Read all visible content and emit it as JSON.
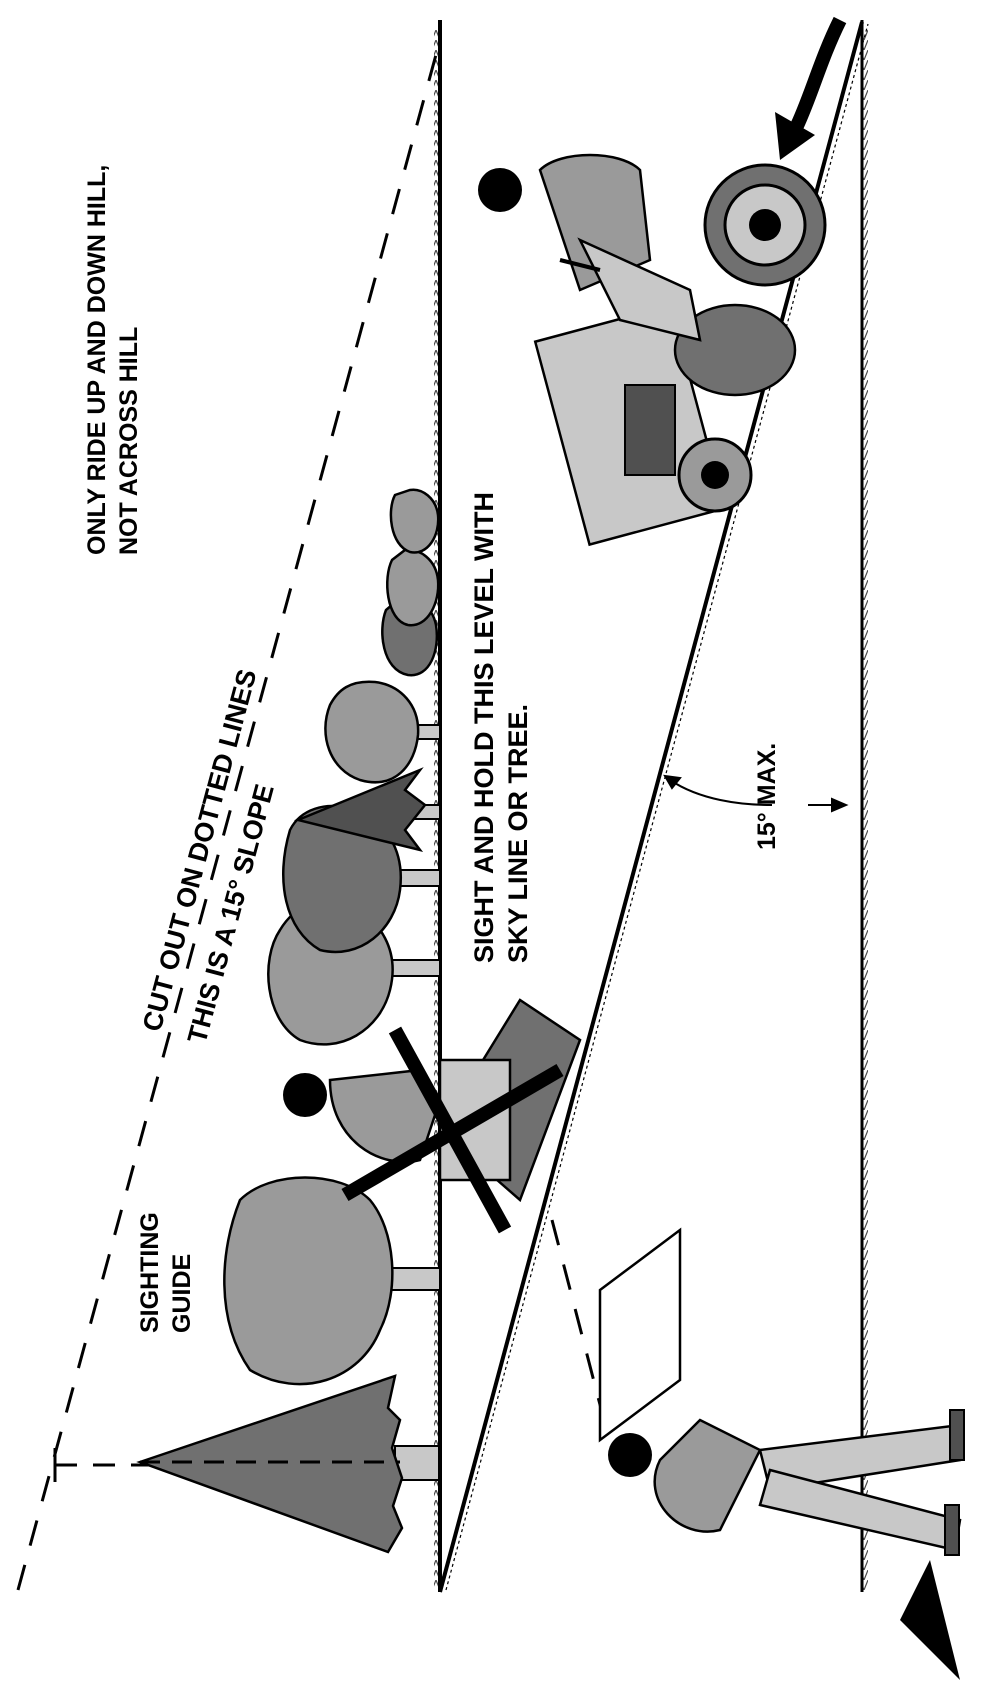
{
  "labels": {
    "ride_line1": "ONLY RIDE UP AND DOWN HILL,",
    "ride_line2": "NOT ACROSS HILL",
    "cut_line1": "CUT OUT ON DOTTED LINES",
    "cut_line2": "THIS IS A 15° SLOPE",
    "sight_line1": "SIGHT AND HOLD THIS LEVEL WITH",
    "sight_line2": "SKY LINE OR TREE.",
    "guide_line1": "SIGHTING",
    "guide_line2": "GUIDE",
    "angle": "15° MAX."
  },
  "colors": {
    "ink": "#000000",
    "light_gray": "#c8c8c8",
    "mid_gray": "#9a9a9a",
    "dark_gray": "#707070",
    "darker_gray": "#505050"
  }
}
